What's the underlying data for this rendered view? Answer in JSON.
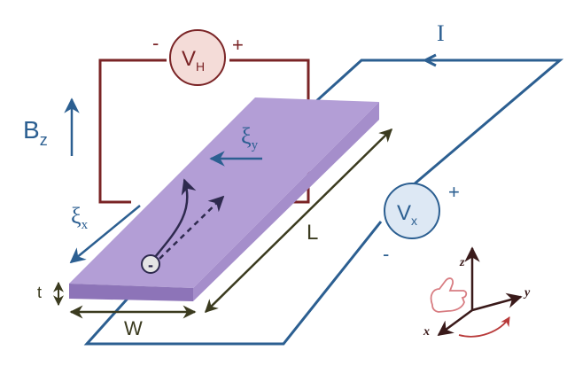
{
  "labels": {
    "current": "I",
    "field_main": "B",
    "field_sub": "z",
    "hall_voltage_main": "V",
    "hall_voltage_sub": "H",
    "hall_plus": "+",
    "hall_minus": "-",
    "vx_main": "V",
    "vx_sub": "x",
    "vx_plus": "+",
    "vx_minus": "-",
    "xi_y_main": "ξ",
    "xi_y_sub": "y",
    "xi_x_main": "ξ",
    "xi_x_sub": "x",
    "length": "L",
    "width": "W",
    "thickness": "t",
    "electron": "-",
    "axis_x": "x",
    "axis_y": "y",
    "axis_z": "z"
  },
  "colors": {
    "hall_circuit": "#7a2426",
    "current_circuit": "#2c5f91",
    "slab_top": "#b39ed6",
    "slab_front": "#8d74b8",
    "slab_side": "#a58ecb",
    "vh_meter_fill": "#f4dcd8",
    "vx_meter_fill": "#dde8f4",
    "dimension_arrows": "#3b3b1f",
    "field_arrow": "#2c5f91",
    "axes": "#3a1a1a",
    "hand": "#d87d82",
    "rotation_arrow": "#b83a3a"
  }
}
